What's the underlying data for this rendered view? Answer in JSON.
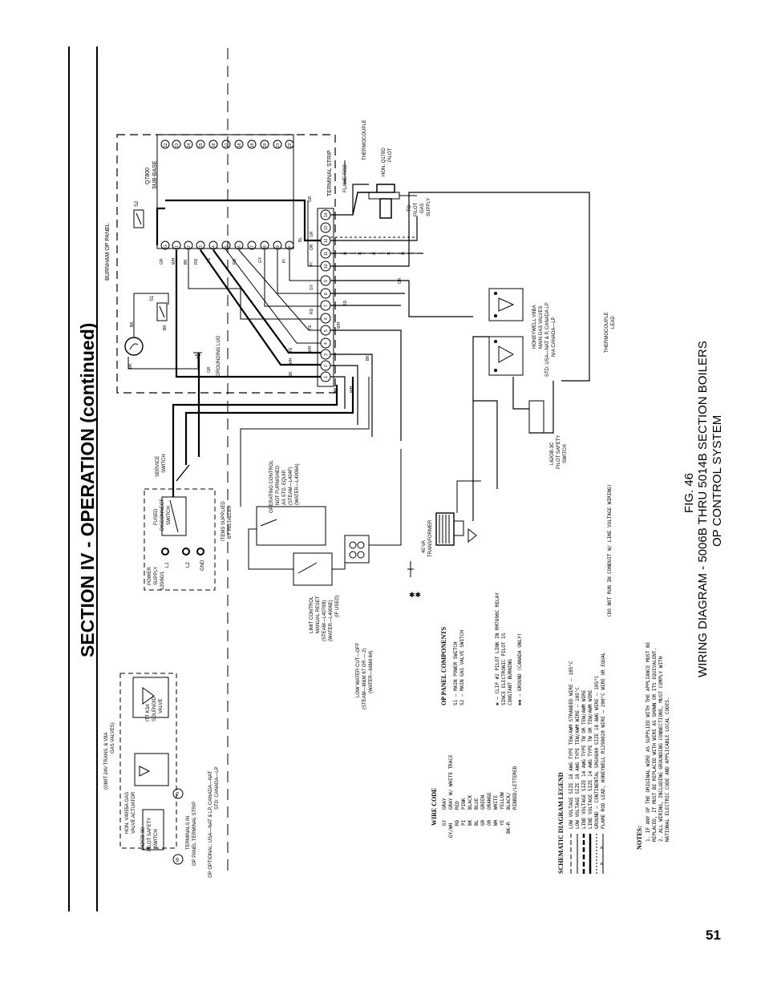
{
  "header": {
    "section_title": "SECTION  IV - OPERATION (continued)",
    "page_number": "51"
  },
  "caption": {
    "fig": "FIG. 46",
    "line1": "WIRING DIAGRAM - 5006B THRU 5014B SECTION BOILERS",
    "line2": "OP CONTROL SYSTEM"
  },
  "panel": {
    "burnham": "BURNHAM  OP  PANEL",
    "terminal_strip": "TERMINAL  STRIP",
    "subbase_model": "Q7800",
    "subbase_label": "SUB-BASE",
    "grounding_lug": "GROUNDING\nLUG",
    "s1": "S1",
    "s2": "S2",
    "terminals": [
      "1",
      "2",
      "3",
      "4",
      "5",
      "6",
      "7",
      "8",
      "9",
      "10",
      "11",
      "12",
      "13",
      "14"
    ],
    "subbase_terminals": [
      "12",
      "13",
      "14",
      "15",
      "16",
      "17",
      "18",
      "19",
      "20",
      "21",
      "22"
    ],
    "op_letters": [
      "G",
      "1",
      "2",
      "3",
      "4",
      "5",
      "6",
      "7",
      "8",
      "9",
      "F",
      "G"
    ]
  },
  "components": {
    "flame_rod": "FLAME ROD",
    "thermocouple": "THERMOCOUPLE",
    "pilot": [
      "HON.  Q179D",
      "PILOT"
    ],
    "to_pilot_gas": [
      "TO",
      "PILOT",
      "GAS",
      "SUPPLY"
    ],
    "v8a": [
      "HONEYWELL  V8BA",
      "MAIN GAS VALVES",
      "STD: USA—NAT & P, CANADA LP",
      "N/A CANADA—LP"
    ],
    "thermocouple_lead": [
      "THERMOCOUPLE",
      "LEAD"
    ],
    "pilot_switch_right": [
      "L62GB-3C",
      "PILOT SAFETY",
      "SWITCH"
    ],
    "transformer": [
      "40  VA",
      "TRANSFORMER"
    ],
    "operating_control": [
      "OPERATING CONTROL",
      "NOT FURNISHED",
      "AS STD. EQUIP.",
      "(STEAM—L404F)",
      "(WATER—L4006A)"
    ],
    "service_switch": [
      "SERVICE",
      "SWITCH"
    ],
    "fused_switch": [
      "FUSED",
      "DISCONNECT",
      "SWITCH"
    ],
    "items_by_installer": [
      "ITEMS SUPPLIED",
      "BY INSTALLER"
    ],
    "power_supply": [
      "POWER",
      "SUPPLY",
      "120/60/1"
    ],
    "power_terms": [
      "L1",
      "L2",
      "GND"
    ],
    "limit_control": [
      "LIMIT CONTROL",
      "MANUAL RESET",
      "(STEAM—L4079B)",
      "(WATER—L4006E)",
      "(IF USED)"
    ],
    "low_water": [
      "LOW WATER CUT—OFF",
      "(STEAM—M&M 67 OR — 2)",
      "(WATER—M&M 64)"
    ],
    "omit_note": [
      "(OMIT 24V TRANS. & V8A",
      "GAS VALVES)"
    ],
    "itt": [
      "ITT  K3A",
      "SOLENOID",
      "VALVE"
    ],
    "v4055": [
      "HON. V4055A GAS",
      "VALVE ACTUATOR"
    ],
    "l62gb_left": [
      "L62GB-3C",
      "PILOT SAFETY",
      "SWITCH"
    ],
    "terminals_in": [
      "TERMINALS IN",
      "OP PANEL TERMINAL STRIP"
    ],
    "op_optional": [
      "OP OPTIONAL: USA—NAT & LP, CANADA—NAT",
      "STD: CANADA—LP"
    ]
  },
  "op_panel_components": {
    "title": "OP  PANEL  COMPONENTS",
    "items": [
      "S1  —  MAIN POWER SWITCH",
      "S2  —  MAIN GAS VALVE SWITCH",
      "✱  —  CLIP #2 PILOT LINK IN RM7890C RELAY",
      "       SINCE ELECTRONIC PILOT IS",
      "       CONSTANT BURNING",
      "✱✱  —  GROUND (CANADA ONLY)"
    ]
  },
  "wire_code": {
    "title": "WIRE  CODE",
    "items": [
      [
        "GY",
        "GRAY"
      ],
      [
        "GY/WH",
        "GRAY W/ WHITE TRACE"
      ],
      [
        "RD",
        "RED"
      ],
      [
        "PI",
        "PINK"
      ],
      [
        "BK",
        "BLACK"
      ],
      [
        "BL",
        "BLUE"
      ],
      [
        "GR",
        "GREEN"
      ],
      [
        "OR",
        "ORANGE"
      ],
      [
        "WH",
        "WHITE"
      ],
      [
        "YE",
        "YELLOW"
      ],
      [
        "BK—R",
        "BLACK/"
      ],
      [
        "",
        "RIBBED/LETTERED"
      ]
    ]
  },
  "legend": {
    "title": "SCHEMATIC  DIAGRAM  LEGEND",
    "items": [
      "LOW VOLTAGE SIZE 18 AWG TYPE TEW/AWM STRANDED WIRE — 105°C",
      "LOW VOLTAGE SIZE 18 AWG TYPE TEW/AWM WIRE — 105°C",
      "LINE VOLTAGE SIZE 14 AWG TYPE TW OR TEW/AWM WIRE",
      "LINE VOLTAGE SIZE 14 AWG TYPE TW OR TEW/AWM WIRE",
      "GROUND — CONTINENTAL SRGX600 SIZE 18 AWG WIRE — 105°C",
      "FLAME ROD LEAD, HONEYWELL R1298020 WIRE — 200°C WIRE OR EQUAL",
      "(DO NOT RUN IN CONDUIT W/ LINE VOLTAGE WIRING)"
    ]
  },
  "notes": {
    "title": "NOTES:",
    "items": [
      "1.  IF ANY OF THE ORIGINAL WIRE AS SUPPLIED WITH THE APPLIANCE MUST BE",
      "     REPLACED, IT MUST BE REPLACED WITH WIRE AS SHOWN OR ITS EQUIVALENT.",
      "2.  ALL WIRING, INCLUDING GROUNDING CONNECTIONS, MUST COMPLY WITH",
      "     NATIONAL ELECTRIC CODE AND APPLICABLE LOCAL CODES."
    ]
  },
  "wire_tags": {
    "gr": "GR",
    "bk": "BK",
    "wh": "WH",
    "rd": "RD",
    "ye": "YE",
    "or": "OR",
    "gy": "GY",
    "pi": "PI",
    "bl": "BL",
    "bkr": "BK-R",
    "gywh": "GY/WH"
  }
}
